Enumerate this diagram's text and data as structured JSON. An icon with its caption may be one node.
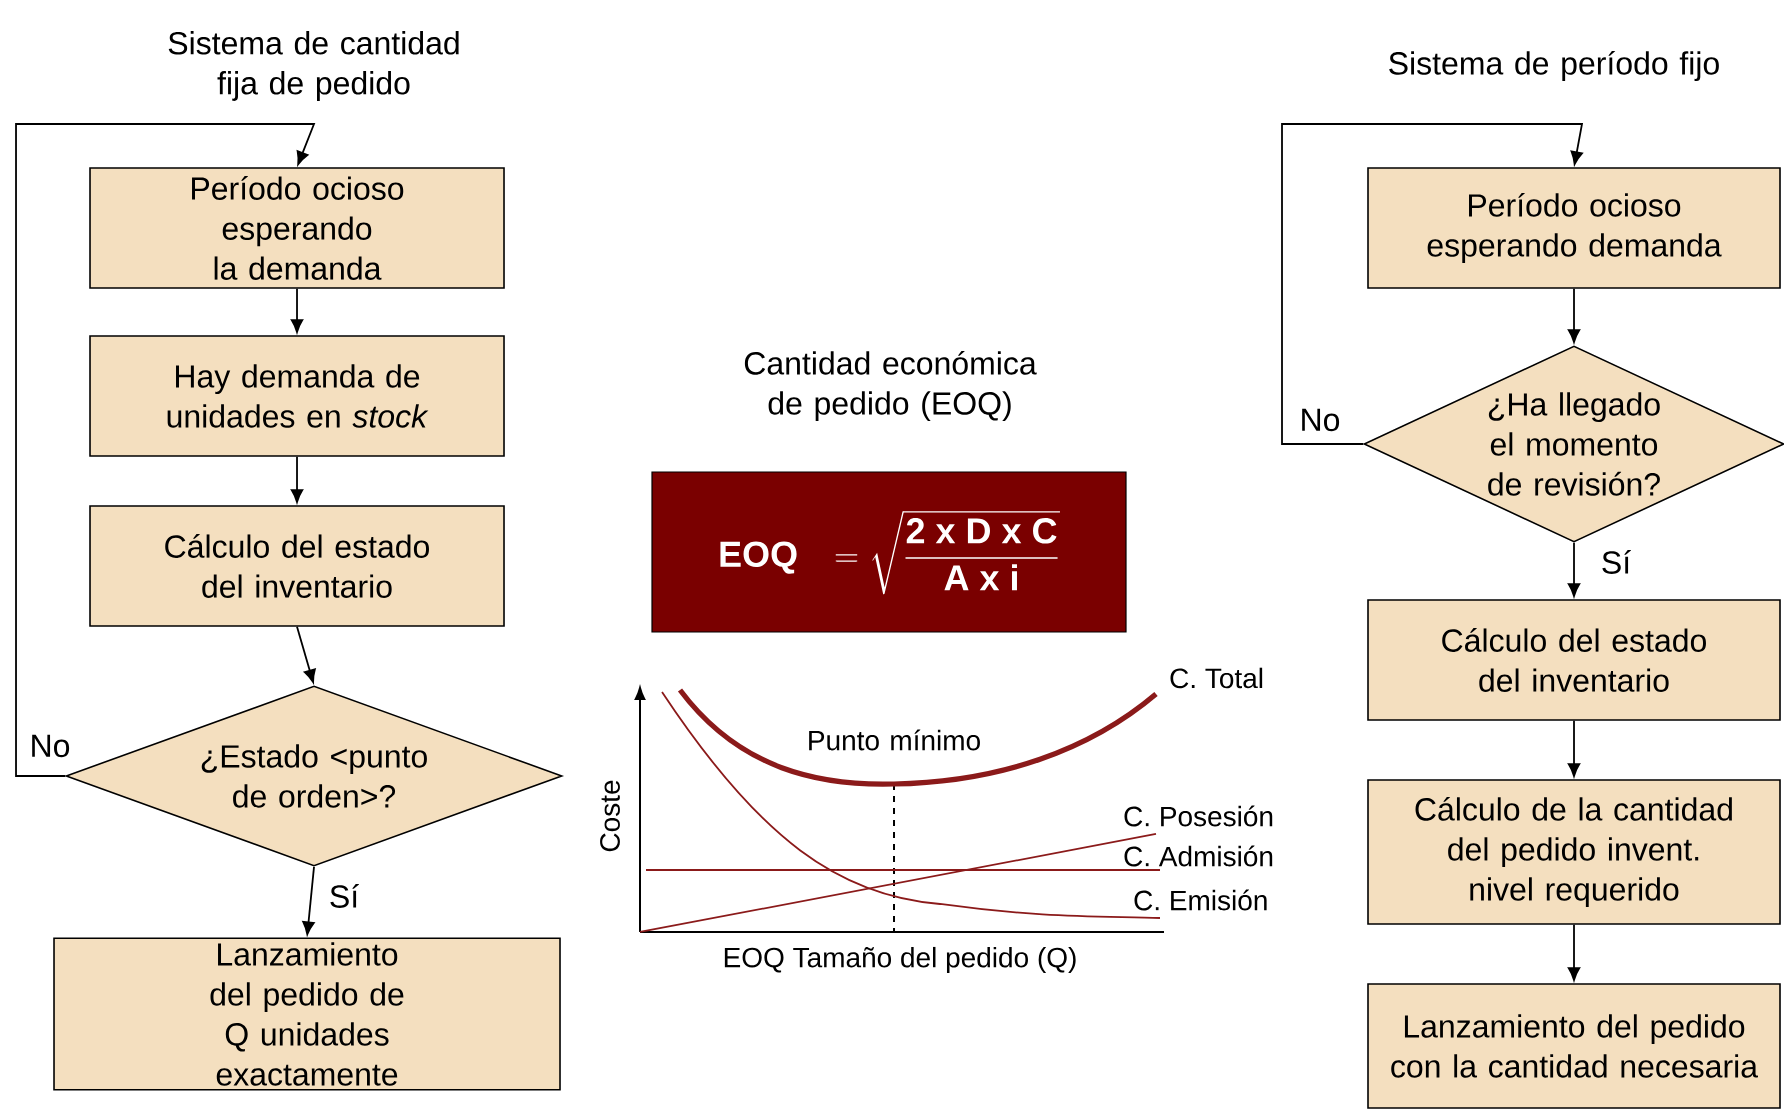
{
  "diagram": {
    "nodes": [
      {
        "text": [
          "Período ocioso esperando la demanda"
        ]
      },
      {
        "text": [
          "Hay demanda de unidades en *stock*"
        ]
      },
      {
        "text": [
          "Cálculo del estado del inventario"
        ]
      },
      {
        "text": [
          "¿Estado <punto de orden>?"
        ]
      },
      {
        "text": [
          "Lanzamiento del pedido de Q unidades exactamente"
        ]
      },
      {
        "text": [
          "\\mathbf{EOQ}\\quad\\mathbf{=}\\;\\sqrt{\\dfrac{\\mathbf{2\\ x\\ D\\ x\\ C}}{\\mathbf{A\\ x\\ i}}}"
        ]
      },
      {
        "text": [
          "Período ocioso esperando demanda"
        ]
      },
      {
        "text": [
          "¿Ha llegado el momento de revisión?"
        ]
      },
      {
        "text": [
          "Cálculo del estado del inventario"
        ]
      },
      {
        "text": [
          "Cálculo de la cantidad del pedido invent. nivel requerido"
        ]
      },
      {
        "text": [
          "Lanzamiento del pedido con la cantidad necesaria"
        ]
      }
    ],
    "edges": [
      {
        "from": 0,
        "to": 1,
        "arrow": "to"
      },
      {
        "from": 1,
        "to": 2,
        "arrow": "to"
      },
      {
        "from": 2,
        "to": 3,
        "arrow": "to"
      },
      {
        "from": 3,
        "to": 4,
        "arrow": "to",
        "label": "Sí"
      },
      {
        "from": 3,
        "to": 0,
        "arrow": "to",
        "label": "No"
      },
      {
        "from": 6,
        "to": 7,
        "arrow": "to"
      },
      {
        "from": 7,
        "to": 8,
        "arrow": "to",
        "label": "Sí"
      },
      {
        "from": 7,
        "to": 6,
        "arrow": "to",
        "label": "No"
      },
      {
        "from": 8,
        "to": 9,
        "arrow": "to"
      },
      {
        "from": 9,
        "to": 10,
        "arrow": "to"
      }
    ],
    "labels": [
      "Sistema de cantidad fija de pedido",
      "Cantidad económica de pedido (EOQ)",
      "Sistema de período fijo",
      "C. Total",
      "Punto mínimo",
      "Coste",
      "C. Posesión",
      "C. Admisión",
      "C. Emisión",
      "EOQ Tamaño del pedido (Q)"
    ]
  }
}
